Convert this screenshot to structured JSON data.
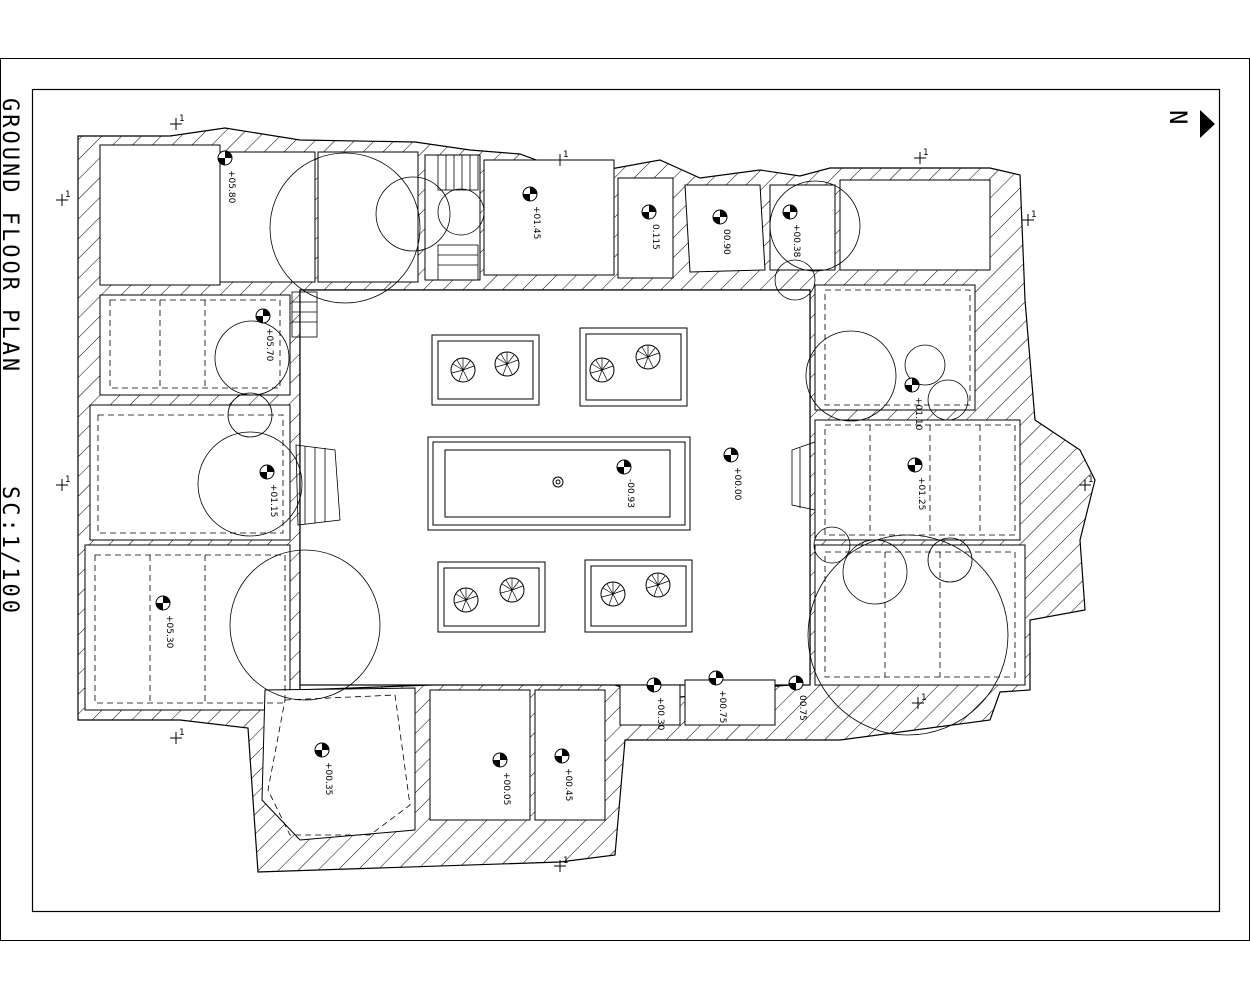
{
  "sheet": {
    "title": "GROUND FLOOR PLAN",
    "scale": "SC:1/100",
    "north_label": "N"
  },
  "levels": [
    "+05.80",
    "+01.45",
    "0.115",
    "00.90",
    "+00.38",
    "+05.70",
    "+01.15",
    "-00.93",
    "+00.00",
    "+01.10",
    "+01.25",
    "+05.30",
    "+00.35",
    "+00.05",
    "+00.45",
    "+00.30",
    "+00.75",
    "00.75"
  ],
  "section_marks": [
    "1",
    "1",
    "1",
    "1",
    "1",
    "1",
    "1",
    "1",
    "1",
    "1"
  ]
}
